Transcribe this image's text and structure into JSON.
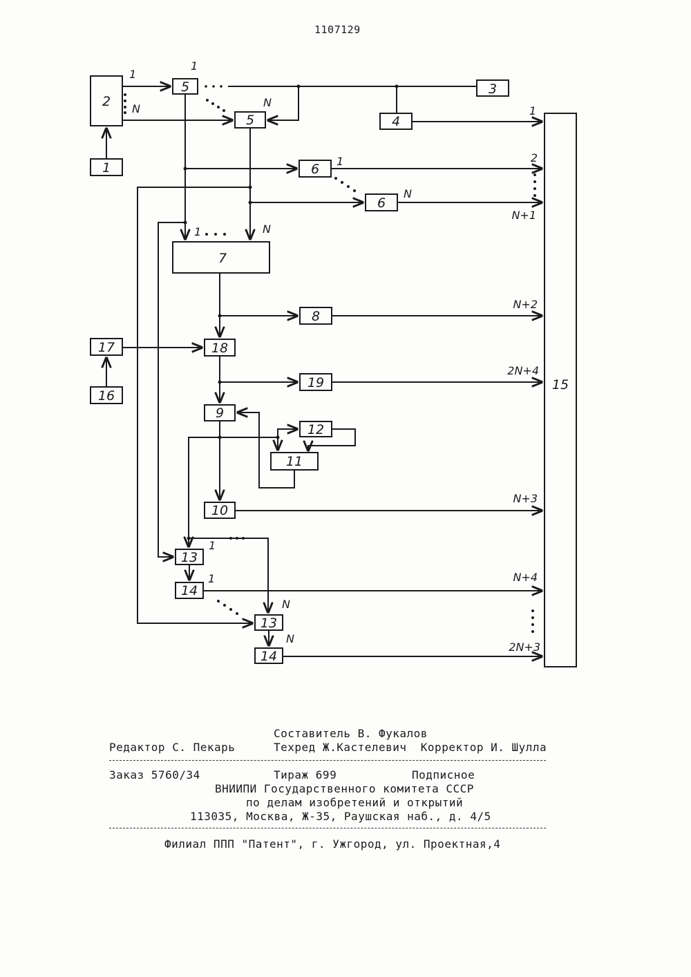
{
  "header": {
    "patent_number": "1107129"
  },
  "diagram": {
    "blocks": {
      "b1": "1",
      "b2": "2",
      "b3": "3",
      "b4": "4",
      "b5a": "5",
      "b5n": "5",
      "b6a": "6",
      "b6n": "6",
      "b7": "7",
      "b8": "8",
      "b9": "9",
      "b10": "10",
      "b11": "11",
      "b12": "12",
      "b13a": "13",
      "b13n": "13",
      "b14a": "14",
      "b14n": "14",
      "b15": "15",
      "b16": "16",
      "b17": "17",
      "b18": "18",
      "b19": "19"
    },
    "labels": {
      "out2_1": "1",
      "out2_n": "N",
      "in5_1": "1",
      "in5_n": "N",
      "in7_1": "1",
      "in7_n": "N",
      "out6_1": "1",
      "out6_n": "N",
      "in13_1": "1",
      "in13_n": "N",
      "out14_1": "1",
      "out14_n": "N"
    },
    "inputs15": {
      "i1": "1",
      "i2": "2",
      "iN1": "N+1",
      "iN2": "N+2",
      "i2N4": "2N+4",
      "iN3": "N+3",
      "iN4": "N+4",
      "i2N3": "2N+3"
    }
  },
  "footer": {
    "compiler": "Составитель В. Фукалов",
    "editor": "Редактор С. Пекарь",
    "techred_corrector": "Техред Ж.Кастелевич  Корректор И. Шулла",
    "order": "Заказ 5760/34",
    "circulation": "Тираж 699",
    "subscription": "Подписное",
    "org_line1": "ВНИИПИ Государственного комитета СССР",
    "org_line2": "по делам изобретений и открытий",
    "address": "113035, Москва, Ж-35, Раушская наб., д. 4/5",
    "branch": "Филиал ППП \"Патент\", г. Ужгород, ул. Проектная,4"
  }
}
